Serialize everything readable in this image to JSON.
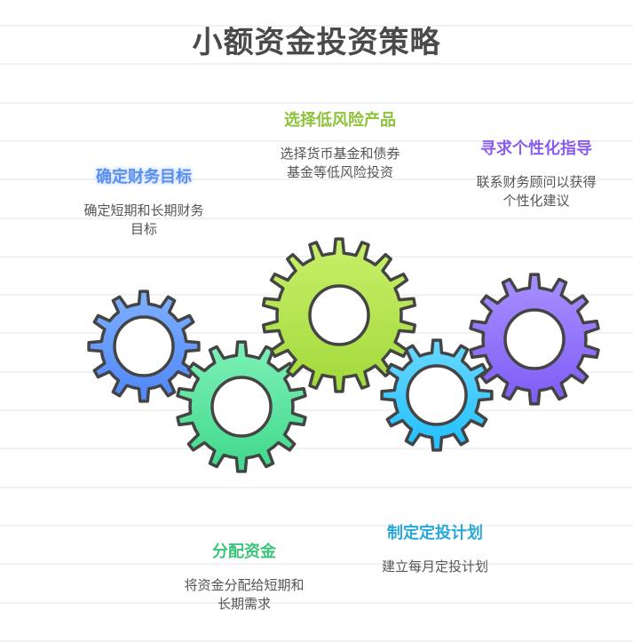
{
  "title": "小额资金投资策略",
  "steps": [
    {
      "id": "goals",
      "heading": "确定财务目标",
      "desc_lines": [
        "确定短期和长期财务",
        "目标"
      ],
      "color": "#5b8ff0",
      "gear_color_top": "#7fb0ff",
      "gear_color_bottom": "#4f86f7",
      "teeth": 12
    },
    {
      "id": "low-risk",
      "heading": "选择低风险产品",
      "desc_lines": [
        "选择货币基金和债券",
        "基金等低风险投资"
      ],
      "color": "#8dc23a",
      "gear_color_top": "#c8f06a",
      "gear_color_bottom": "#a2d93a",
      "teeth": 18
    },
    {
      "id": "guidance",
      "heading": "寻求个性化指导",
      "desc_lines": [
        "联系财务顾问以获得",
        "个性化建议"
      ],
      "color": "#8a5cf0",
      "gear_color_top": "#a890ff",
      "gear_color_bottom": "#7e5cf5",
      "teeth": 14
    },
    {
      "id": "allocate",
      "heading": "分配资金",
      "desc_lines": [
        "将资金分配给短期和",
        "长期需求"
      ],
      "color": "#3cc47c",
      "gear_color_top": "#7ff0b8",
      "gear_color_bottom": "#3fd98a",
      "teeth": 14
    },
    {
      "id": "plan",
      "heading": "制定定投计划",
      "desc_lines": [
        "建立每月定投计划"
      ],
      "color": "#29a9d9",
      "gear_color_top": "#6ad8ff",
      "gear_color_bottom": "#20c0ff",
      "teeth": 12
    }
  ]
}
